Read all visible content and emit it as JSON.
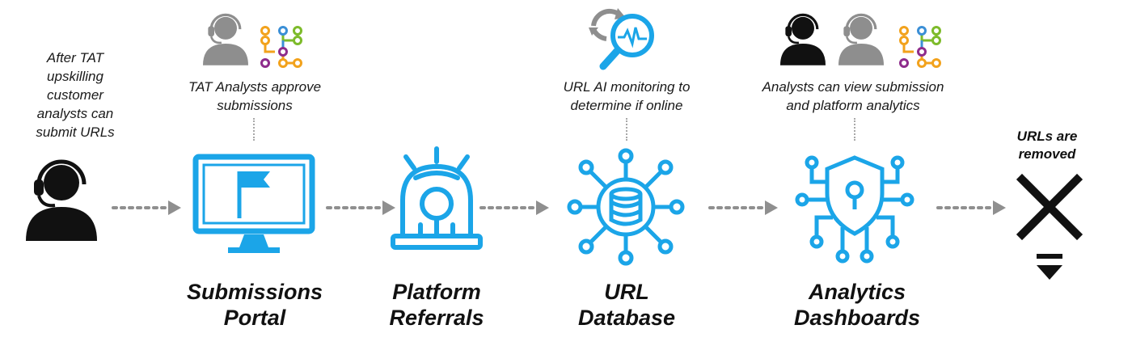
{
  "left_note": "After TAT\nupskilling\ncustomer\nanalysts can\nsubmit URLs",
  "stages": [
    {
      "title": "Submissions\nPortal",
      "note": "TAT Analysts approve\nsubmissions"
    },
    {
      "title": "Platform\nReferrals",
      "note": ""
    },
    {
      "title": "URL\nDatabase",
      "note": "URL AI monitoring to\ndetermine if online"
    },
    {
      "title": "Analytics\nDashboards",
      "note": "Analysts can view submission\nand platform analytics"
    }
  ],
  "end_label": "URLs are\nremoved",
  "colors": {
    "accent": "#1ba5e8",
    "dark": "#111111",
    "gray": "#8e8e8e",
    "arrow": "#8f8f8f",
    "node_orange": "#f2a21c",
    "node_blue": "#3b8fd6",
    "node_green": "#7dbb2a",
    "node_purple": "#8e2c8c"
  },
  "icons": {
    "agent": "headset-agent-icon",
    "portal": "monitor-flag-icon",
    "referrals": "siren-icon",
    "database": "database-network-icon",
    "dashboards": "shield-circuit-icon",
    "removed": "remove-x-icon",
    "monitoring": "magnifier-pulse-icon",
    "analysts": "headset-agent-icon",
    "network": "node-graph-icon"
  }
}
